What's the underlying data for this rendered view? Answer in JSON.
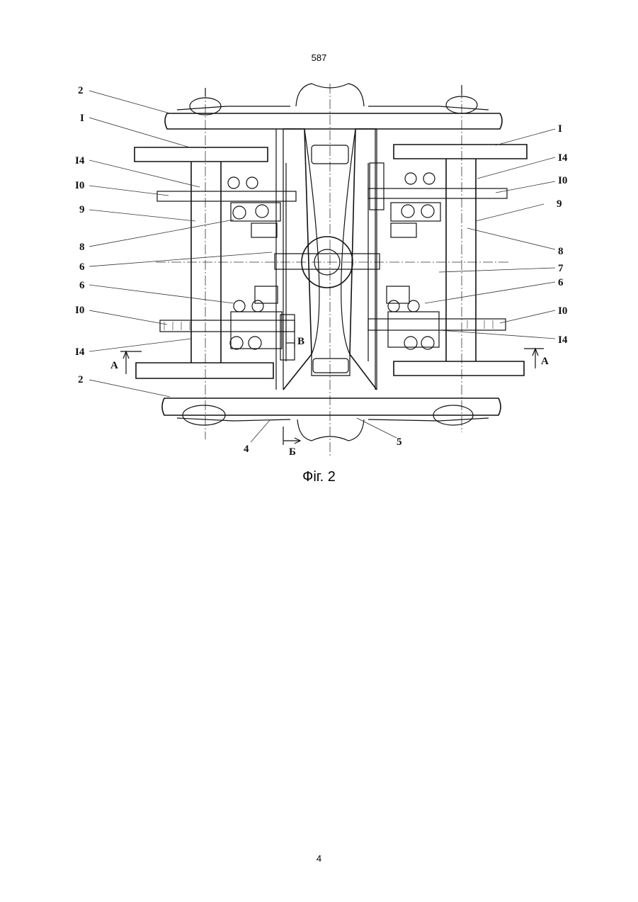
{
  "header": {
    "page_number": "587"
  },
  "figure": {
    "caption": "Фіг. 2",
    "labels": {
      "l2_top": "2",
      "l1_left": "I",
      "l14_left_top": "I4",
      "l10_left_top": "I0",
      "l9_left": "9",
      "l8_left": "8",
      "l6_left_a": "6",
      "l6_left_b": "6",
      "l10_left_bot": "I0",
      "l14_left_bot": "I4",
      "lA_left": "A",
      "l2_bot": "2",
      "l4": "4",
      "lB_bot": "Б",
      "l5": "5",
      "lB_mid": "B",
      "l1_right": "I",
      "l14_right_top": "I4",
      "l10_right_top": "I0",
      "l9_right": "9",
      "l8_right": "8",
      "l7": "7",
      "l6_right": "6",
      "l10_right_bot": "I0",
      "l14_right_bot": "I4",
      "lA_right": "A"
    }
  },
  "footer": {
    "page_number": "4"
  }
}
